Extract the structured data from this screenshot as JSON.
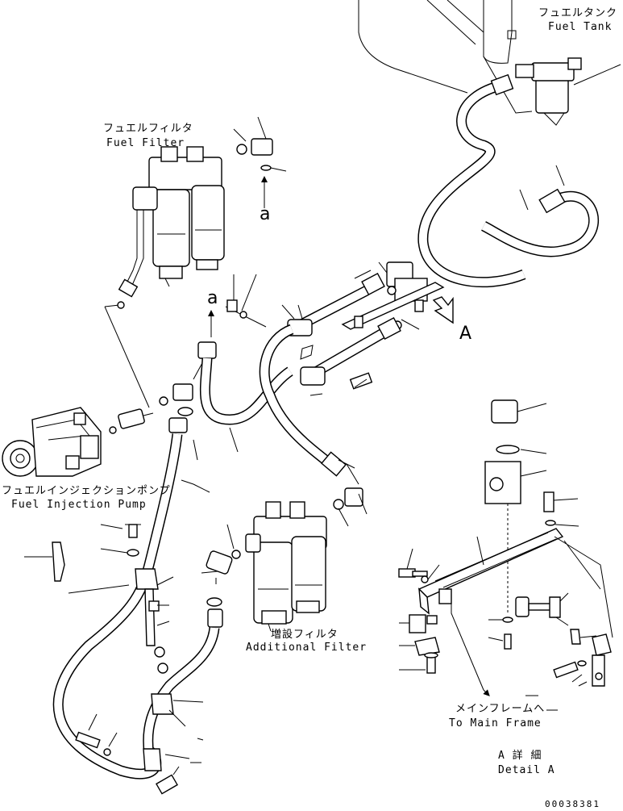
{
  "labels": {
    "fuel_tank_jp": "フュエルタンク",
    "fuel_tank_en": "Fuel Tank",
    "fuel_filter_jp": "フュエルフィルタ",
    "fuel_filter_en": "Fuel Filter",
    "injection_pump_jp": "フュエルインジェクションポンプ",
    "injection_pump_en": "Fuel Injection Pump",
    "additional_filter_jp": "増設フィルタ",
    "additional_filter_en": "Additional Filter",
    "main_frame_jp": "メインフレームへ",
    "main_frame_en": "To Main Frame",
    "detail_jp": "A 詳 細",
    "detail_en": "Detail A",
    "ref_a_upper": "a",
    "ref_a_lower": "a",
    "ref_A": "A",
    "drawing_number": "00038381"
  }
}
